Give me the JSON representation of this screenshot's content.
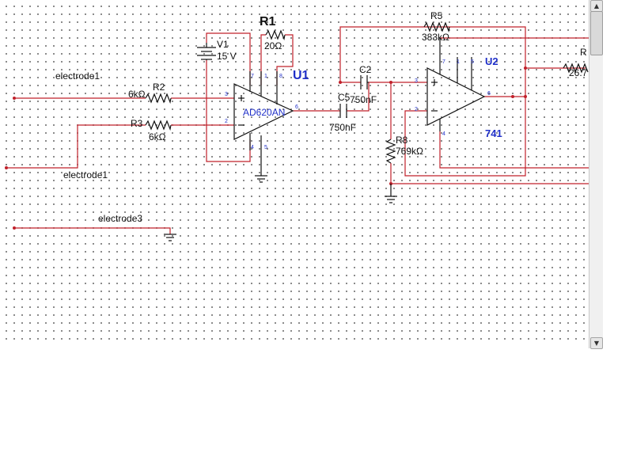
{
  "components": {
    "r1": {
      "ref": "R1",
      "value": "20Ω"
    },
    "v1": {
      "ref": "V1",
      "value": "15 V"
    },
    "u1": {
      "ref": "U1",
      "part": "AD620AN",
      "pins": [
        "3",
        "2",
        "7",
        "1",
        "8",
        "6",
        "4",
        "5"
      ]
    },
    "r2": {
      "ref": "R2",
      "value": "6kΩ"
    },
    "r3": {
      "ref": "R3",
      "value": "6kΩ"
    },
    "c2": {
      "ref": "C2",
      "value": "750nF"
    },
    "c5": {
      "ref": "C5",
      "value": "750nF"
    },
    "r5": {
      "ref": "R5",
      "value": "383kΩ"
    },
    "r8": {
      "ref": "R8",
      "value": "769kΩ"
    },
    "u2": {
      "ref": "U2",
      "part": "741",
      "pins": [
        "3",
        "2",
        "7",
        "1",
        "5",
        "6",
        "4"
      ]
    },
    "r_partial": {
      "ref": "R",
      "value": "26.7"
    }
  },
  "nets": {
    "electrode_top": "electrode1",
    "electrode_mid": "electrode1",
    "electrode_bottom": "electrode3"
  },
  "colors": {
    "wire": "#c0202a",
    "ref_blue": "#1f2fc8",
    "component": "#111111"
  },
  "scrollbar": {
    "up": "▲",
    "down": "▼"
  }
}
